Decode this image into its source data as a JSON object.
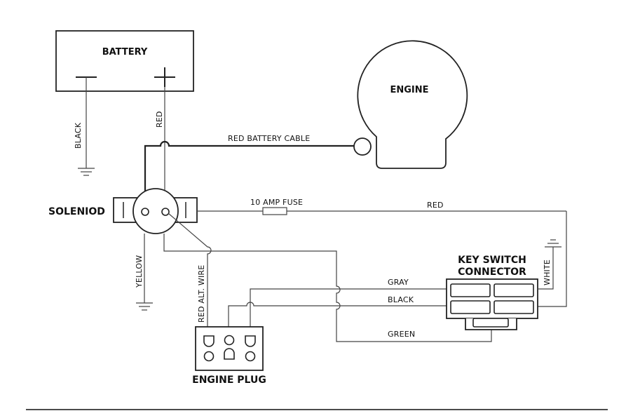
{
  "labels": {
    "battery": "BATTERY",
    "battery_minus": "—",
    "battery_plus": "+",
    "engine": "ENGINE",
    "solenoid": "SOLENIOD",
    "key_switch_line1": "KEY SWITCH",
    "key_switch_line2": "CONNECTOR",
    "engine_plug": "ENGINE PLUG"
  },
  "wires": {
    "black": "BLACK",
    "red_vertical": "RED",
    "red_battery_cable": "RED BATTERY CABLE",
    "fuse": "10 AMP FUSE",
    "red_right": "RED",
    "yellow": "YELLOW",
    "red_alt_wire": "RED ALT. WIRE",
    "white": "WHITE",
    "gray": "GRAY",
    "black_key": "BLACK",
    "green": "GREEN"
  }
}
